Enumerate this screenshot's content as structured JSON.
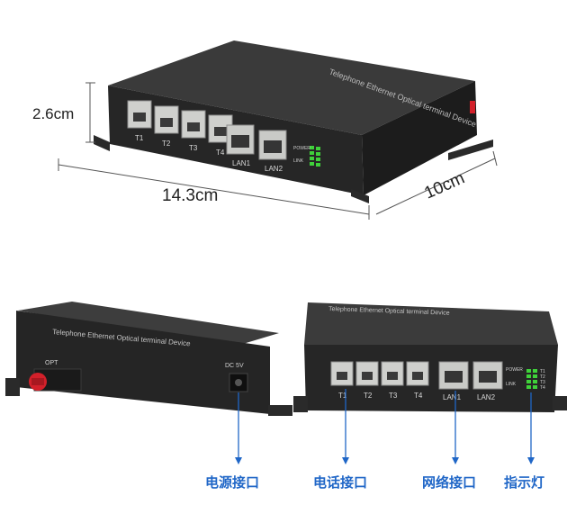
{
  "dimensions": {
    "height": "2.6cm",
    "length": "14.3cm",
    "width": "10cm"
  },
  "device": {
    "top_print": "Telephone Ethernet Optical terminal Device",
    "phone_ports": [
      "T1",
      "T2",
      "T3",
      "T4"
    ],
    "lan_ports": [
      "LAN1",
      "LAN2"
    ],
    "led_labels": [
      "POWER",
      "LINK"
    ],
    "led_channels": [
      "T1",
      "T2",
      "T3",
      "T4"
    ],
    "fiber_port_label": "OPT",
    "power_port_label": "DC 5V"
  },
  "callouts": {
    "power_port": "电源接口",
    "phone_ports": "电话接口",
    "network_ports": "网络接口",
    "indicators": "指示灯"
  },
  "colors": {
    "device_body": "#2a2a2a",
    "led_green": "#3fd23a",
    "fiber_red": "#d3202a",
    "callout_blue": "#1f66c7"
  }
}
